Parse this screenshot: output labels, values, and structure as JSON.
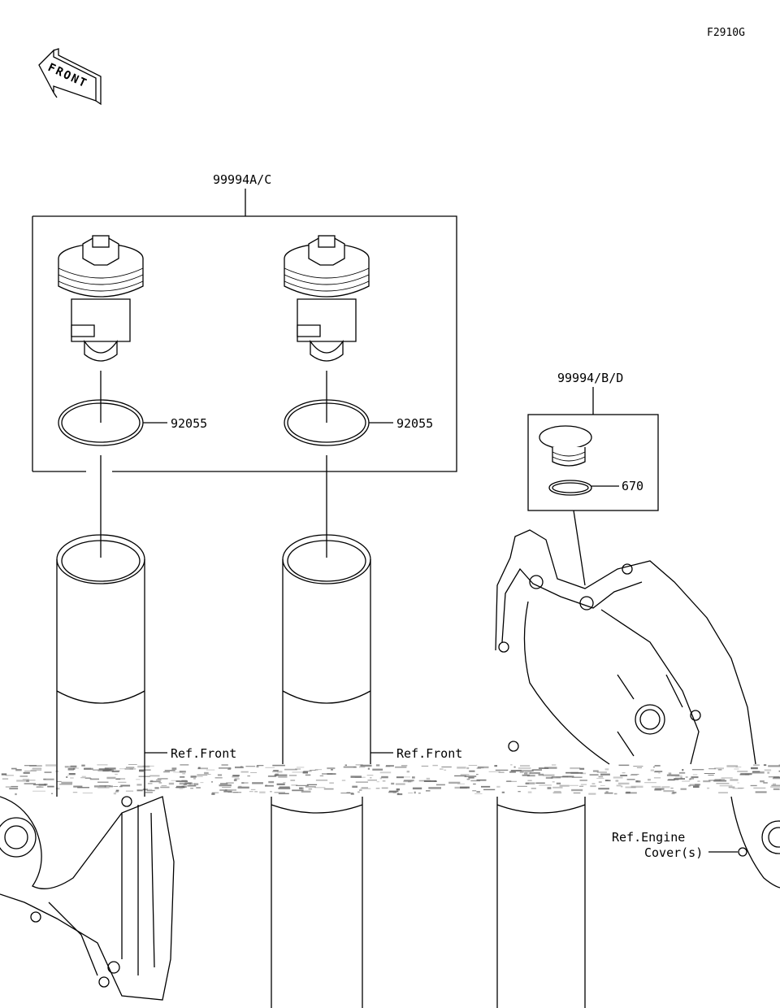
{
  "diagram": {
    "code": "F2910G",
    "front_arrow_text": "FRONT",
    "labels": {
      "kit_left": "99994A/C",
      "kit_right": "99994/B/D",
      "oring_1": "92055",
      "oring_2": "92055",
      "washer": "670",
      "ref_front_1": "Ref.Front",
      "ref_front_2": "Ref.Front",
      "ref_engine_line1": "Ref.Engine",
      "ref_engine_line2": "Cover(s)"
    }
  }
}
